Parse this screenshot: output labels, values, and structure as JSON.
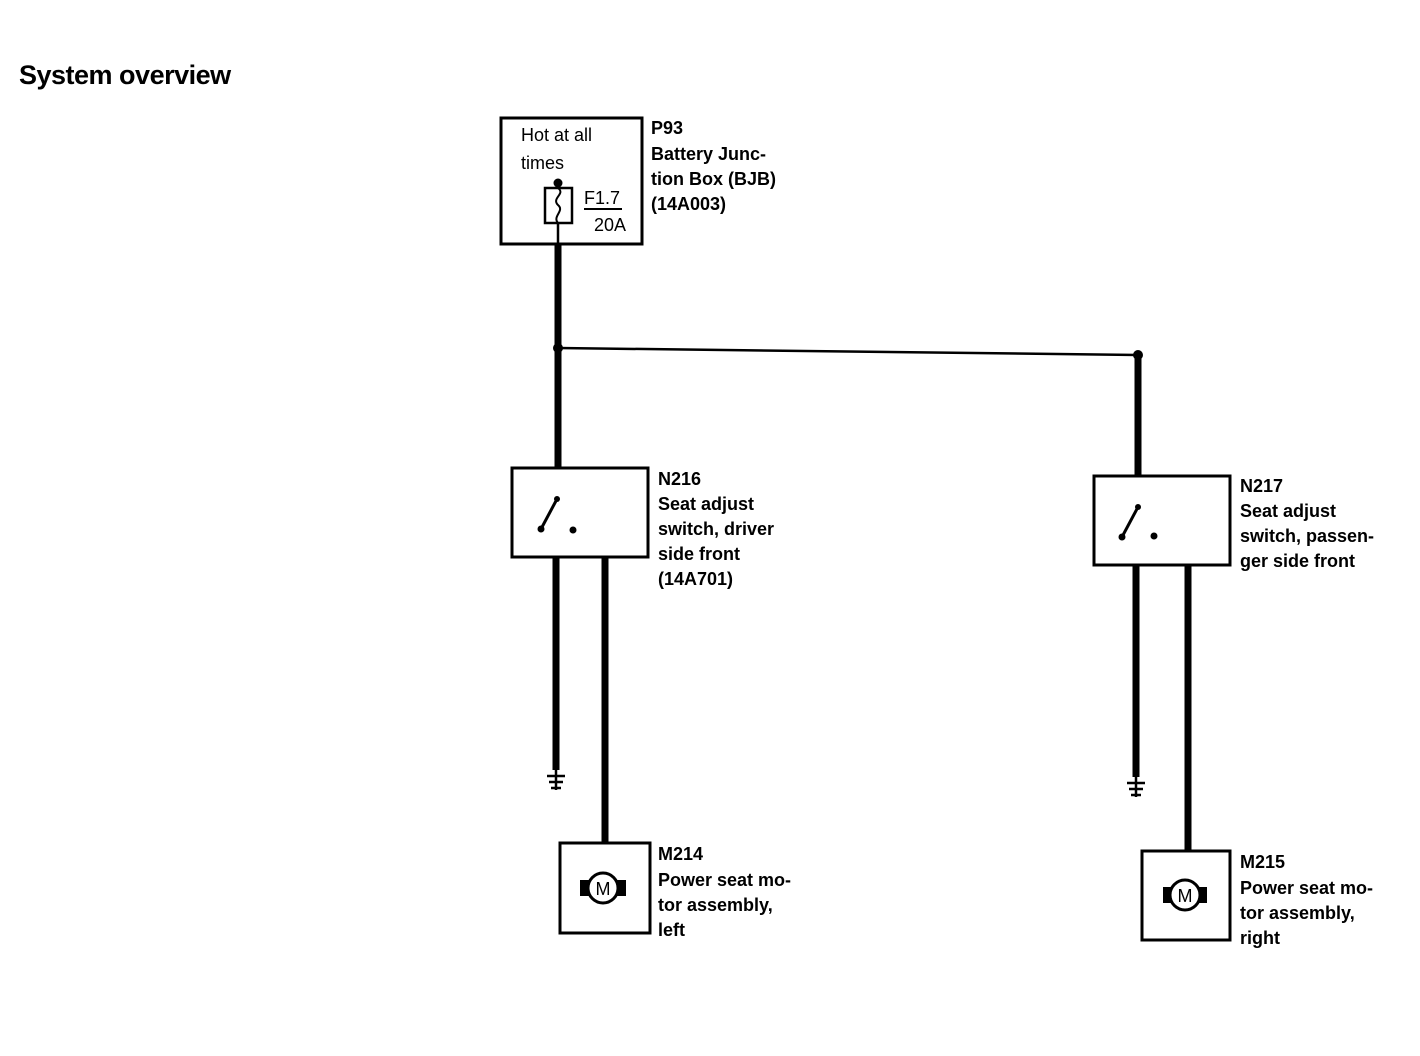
{
  "title": "System overview",
  "colors": {
    "ink": "#000000",
    "background": "#ffffff"
  },
  "components": {
    "bjb": {
      "id": "P93",
      "note_line1": "Hot at all",
      "note_line2": "times",
      "fuse_id": "F1.7",
      "fuse_rating": "20A",
      "desc_line1": "Battery Junc-",
      "desc_line2": "tion Box (BJB)",
      "desc_line3": "(14A003)"
    },
    "switch_driver": {
      "id": "N216",
      "desc_line1": "Seat adjust",
      "desc_line2": "switch, driver",
      "desc_line3": "side front",
      "desc_line4": "(14A701)"
    },
    "switch_passenger": {
      "id": "N217",
      "desc_line1": "Seat adjust",
      "desc_line2": "switch, passen-",
      "desc_line3": "ger side front"
    },
    "motor_left": {
      "id": "M214",
      "symbol": "M",
      "desc_line1": "Power seat mo-",
      "desc_line2": "tor assembly,",
      "desc_line3": "left"
    },
    "motor_right": {
      "id": "M215",
      "symbol": "M",
      "desc_line1": "Power seat mo-",
      "desc_line2": "tor assembly,",
      "desc_line3": "right"
    }
  },
  "icons": [
    "fuse-icon",
    "switch-icon",
    "ground-icon",
    "motor-icon"
  ]
}
